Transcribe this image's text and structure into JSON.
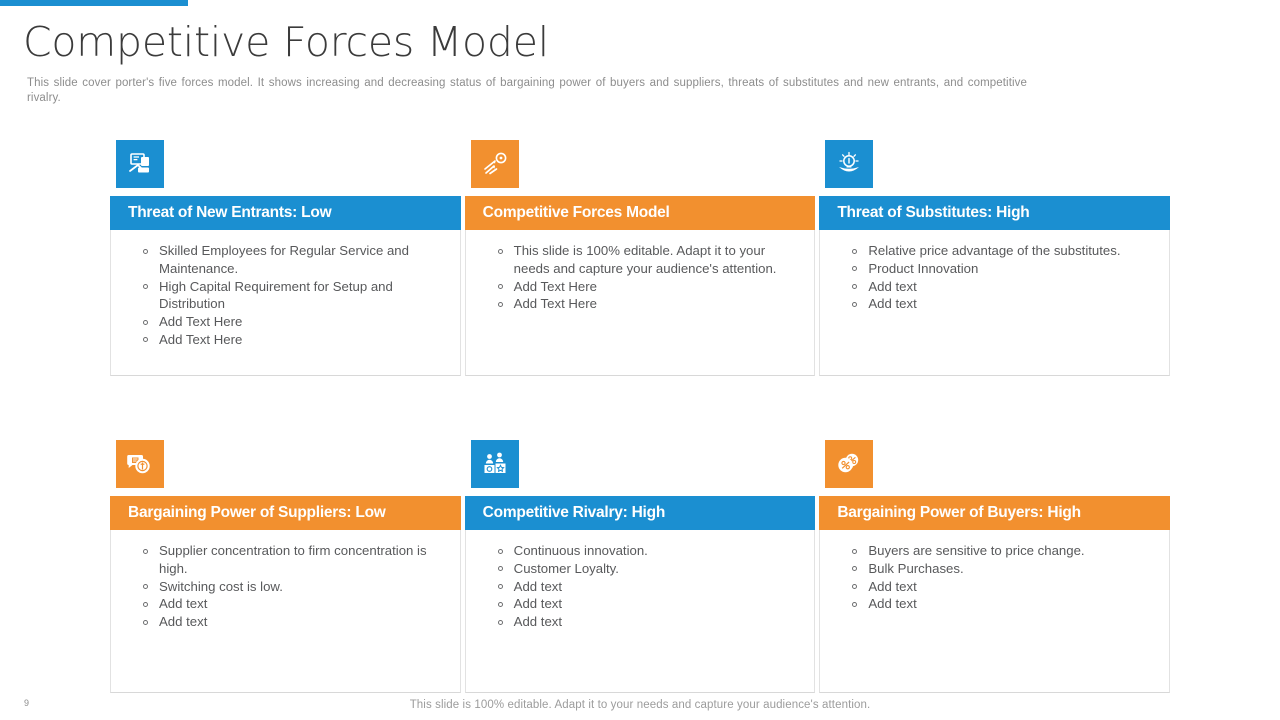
{
  "slide": {
    "title": "Competitive Forces Model",
    "subtitle": "This slide cover porter's five forces model. It shows increasing and decreasing status of bargaining power of buyers and suppliers, threats of substitutes and new entrants, and competitive rivalry.",
    "page_number": "9",
    "footer_note": "This slide is 100% editable. Adapt it to your needs and capture your audience's attention."
  },
  "colors": {
    "blue": "#1b8fd1",
    "orange": "#f2902f",
    "title_text": "#3b3b3b",
    "body_text": "#58595b",
    "muted_text": "#8d8d8d",
    "card_border": "#e2e2e2"
  },
  "cards": [
    {
      "id": "threat-of-new-entrants",
      "title": "Threat of New Entrants: Low",
      "accent": "blue",
      "icon": "presentation-hand-icon",
      "bullets": [
        "Skilled Employees for Regular Service and Maintenance.",
        "High Capital Requirement for Setup and Distribution",
        "Add Text Here",
        "Add Text Here"
      ]
    },
    {
      "id": "competitive-forces-model",
      "title": "Competitive Forces Model",
      "accent": "orange",
      "icon": "arrows-target-icon",
      "bullets": [
        "This slide is 100% editable. Adapt it to your needs and capture your audience's attention.",
        "Add Text Here",
        "Add Text Here"
      ]
    },
    {
      "id": "threat-of-substitutes",
      "title": "Threat of Substitutes: High",
      "accent": "blue",
      "icon": "lightbulb-idea-icon",
      "bullets": [
        "Relative price advantage of the substitutes.",
        "Product Innovation",
        "Add text",
        "Add text"
      ]
    },
    {
      "id": "bargaining-power-of-suppliers",
      "title": "Bargaining Power of Suppliers: Low",
      "accent": "orange",
      "icon": "chat-bubbles-contract-icon",
      "bullets": [
        "Supplier concentration to firm concentration is high.",
        "Switching cost is low.",
        "Add text",
        "Add text"
      ]
    },
    {
      "id": "competitive-rivalry",
      "title": "Competitive Rivalry: High",
      "accent": "blue",
      "icon": "two-people-podium-icon",
      "bullets": [
        "Continuous innovation.",
        "Customer Loyalty.",
        "Add text",
        "Add text",
        "Add text"
      ]
    },
    {
      "id": "bargaining-power-of-buyers",
      "title": "Bargaining Power of Buyers: High",
      "accent": "orange",
      "icon": "chat-bubbles-percent-icon",
      "bullets": [
        "Buyers are sensitive to price change.",
        "Bulk Purchases.",
        "Add text",
        "Add text"
      ]
    }
  ]
}
